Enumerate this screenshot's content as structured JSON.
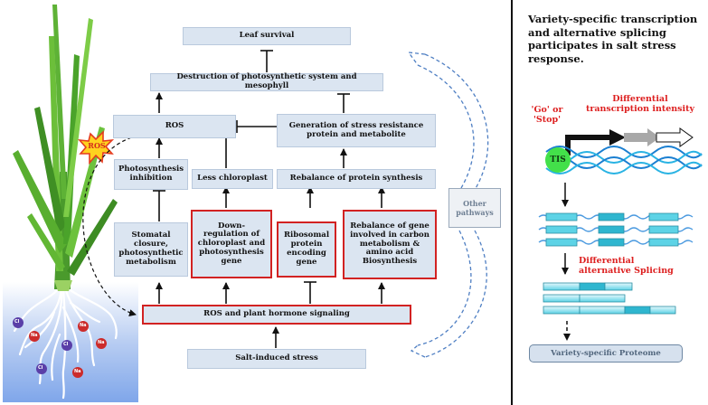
{
  "flow": {
    "leaf_survival": "Leaf survival",
    "destruction": "Destruction of photosynthetic system and mesophyll",
    "ros_box": "ROS",
    "generation": "Generation of stress resistance\nprotein and metabolite",
    "photosynthesis_inhibition": "Photosynthesis\ninhibition",
    "less_chloroplast": "Less chloroplast",
    "rebalance_protein": "Rebalance of protein synthesis",
    "stomatal": "Stomatal\nclosure,\nphotosynthetic\nmetabolism",
    "down_regulation": "Down-\nregulation of\nchloroplast and\nphotosynthesis\ngene",
    "ribosomal": "Ribosomal\nprotein\nencoding\ngene",
    "rebalance_gene": "Rebalance of gene\ninvolved in carbon\nmetabolism &\namino acid\nBiosynthesis",
    "signaling": "ROS and plant hormone signaling",
    "salt_stress": "Salt-induced stress",
    "other_pathways": "Other\npathways"
  },
  "plant": {
    "ros_burst": "ROS",
    "ion_labels": [
      "Cl",
      "Na",
      "Na",
      "Cl",
      "Cl",
      "Na",
      "Na"
    ]
  },
  "right_panel": {
    "title": "Variety-specific transcription\nand alternative splicing\nparticipates in salt stress\nresponse.",
    "go_stop": "'Go' or\n'Stop'",
    "differential_transcription": "Differential\ntranscription  intensity",
    "tis": "TIS",
    "differential_splicing": "Differential\nalternative Splicing",
    "proteome": "Variety-specific Proteome"
  },
  "colors": {
    "box_fill": "#dbe5f1",
    "red_border": "#d22222",
    "red_text": "#dd1f1f",
    "exon": "#5dd3e6",
    "dna_blue": "#1a7fd1",
    "tis_green": "#43e04a"
  }
}
